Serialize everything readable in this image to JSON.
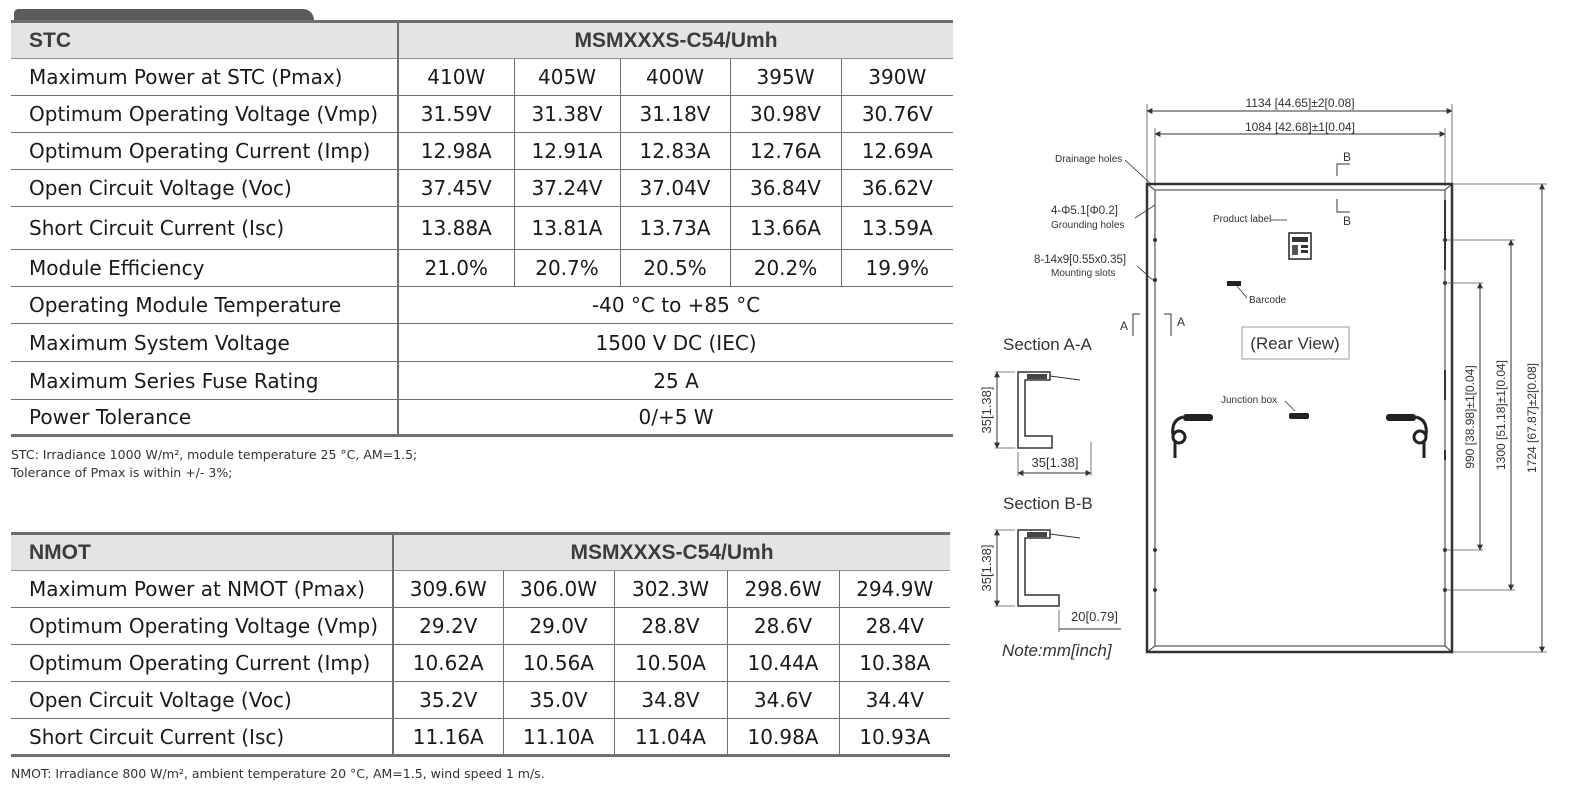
{
  "stc": {
    "header_label": "STC",
    "model": "MSMXXXS-C54/Umh",
    "rows": [
      {
        "label": "Maximum Power at STC (Pmax)",
        "values": [
          "410W",
          "405W",
          "400W",
          "395W",
          "390W"
        ]
      },
      {
        "label": "Optimum Operating Voltage (Vmp)",
        "values": [
          "31.59V",
          "31.38V",
          "31.18V",
          "30.98V",
          "30.76V"
        ]
      },
      {
        "label": "Optimum Operating Current (Imp)",
        "values": [
          "12.98A",
          "12.91A",
          "12.83A",
          "12.76A",
          "12.69A"
        ]
      },
      {
        "label": "Open Circuit Voltage (Voc)",
        "values": [
          "37.45V",
          "37.24V",
          "37.04V",
          "36.84V",
          "36.62V"
        ]
      },
      {
        "label": "Short Circuit Current (Isc)",
        "values": [
          "13.88A",
          "13.81A",
          "13.73A",
          "13.66A",
          "13.59A"
        ]
      },
      {
        "label": "Module Efficiency",
        "values": [
          "21.0%",
          "20.7%",
          "20.5%",
          "20.2%",
          "19.9%"
        ]
      }
    ],
    "span_rows": [
      {
        "label": "Operating Module Temperature",
        "value": "-40 °C to +85 °C"
      },
      {
        "label": "Maximum System Voltage",
        "value": "1500 V DC  (IEC)"
      },
      {
        "label": "Maximum Series Fuse Rating",
        "value": "25 A"
      },
      {
        "label": "Power Tolerance",
        "value": "0/+5 W"
      }
    ],
    "notes": [
      "STC: Irradiance 1000 W/m², module temperature 25 °C, AM=1.5;",
      "Tolerance of Pmax is within +/- 3%;"
    ]
  },
  "nmot": {
    "header_label": "NMOT",
    "model": "MSMXXXS-C54/Umh",
    "rows": [
      {
        "label": "Maximum Power at NMOT (Pmax)",
        "values": [
          "309.6W",
          "306.0W",
          "302.3W",
          "298.6W",
          "294.9W"
        ]
      },
      {
        "label": "Optimum Operating Voltage (Vmp)",
        "values": [
          "29.2V",
          "29.0V",
          "28.8V",
          "28.6V",
          "28.4V"
        ]
      },
      {
        "label": "Optimum Operating Current (Imp)",
        "values": [
          "10.62A",
          "10.56A",
          "10.50A",
          "10.44A",
          "10.38A"
        ]
      },
      {
        "label": "Open Circuit Voltage (Voc)",
        "values": [
          "35.2V",
          "35.0V",
          "34.8V",
          "34.6V",
          "34.4V"
        ]
      },
      {
        "label": "Short Circuit Current (Isc)",
        "values": [
          "11.16A",
          "11.10A",
          "11.04A",
          "10.98A",
          "10.93A"
        ]
      }
    ],
    "note": "NMOT: Irradiance 800 W/m², ambient temperature 20 °C, AM=1.5, wind speed 1 m/s."
  },
  "drawing": {
    "dim_width_outer": "1134 [44.65]±2[0.08]",
    "dim_width_inner": "1084 [42.68]±1[0.04]",
    "drainage_holes": "Drainage holes",
    "grounding_dim": "4-Φ5.1[Φ0.2]",
    "grounding_holes": "Grounding holes",
    "mounting_dim": "8-14x9[0.55x0.35]",
    "mounting_slots": "Mounting slots",
    "product_label": "Product label",
    "barcode": "Barcode",
    "rear_view": "(Rear View)",
    "junction_box": "Junction box",
    "dim_990": "990 [38.98]±1[0.04]",
    "dim_1300": "1300 [51.18]±1[0.04]",
    "dim_1724": "1724 [67.87]±2[0.08]",
    "section_a_title": "Section A-A",
    "section_b_title": "Section B-B",
    "section_a_h": "35[1.38]",
    "section_a_w": "35[1.38]",
    "section_b_h": "35[1.38]",
    "section_b_w": "20[0.79]",
    "note": "Note:mm[inch]",
    "marker_a": "A",
    "marker_b": "B"
  }
}
